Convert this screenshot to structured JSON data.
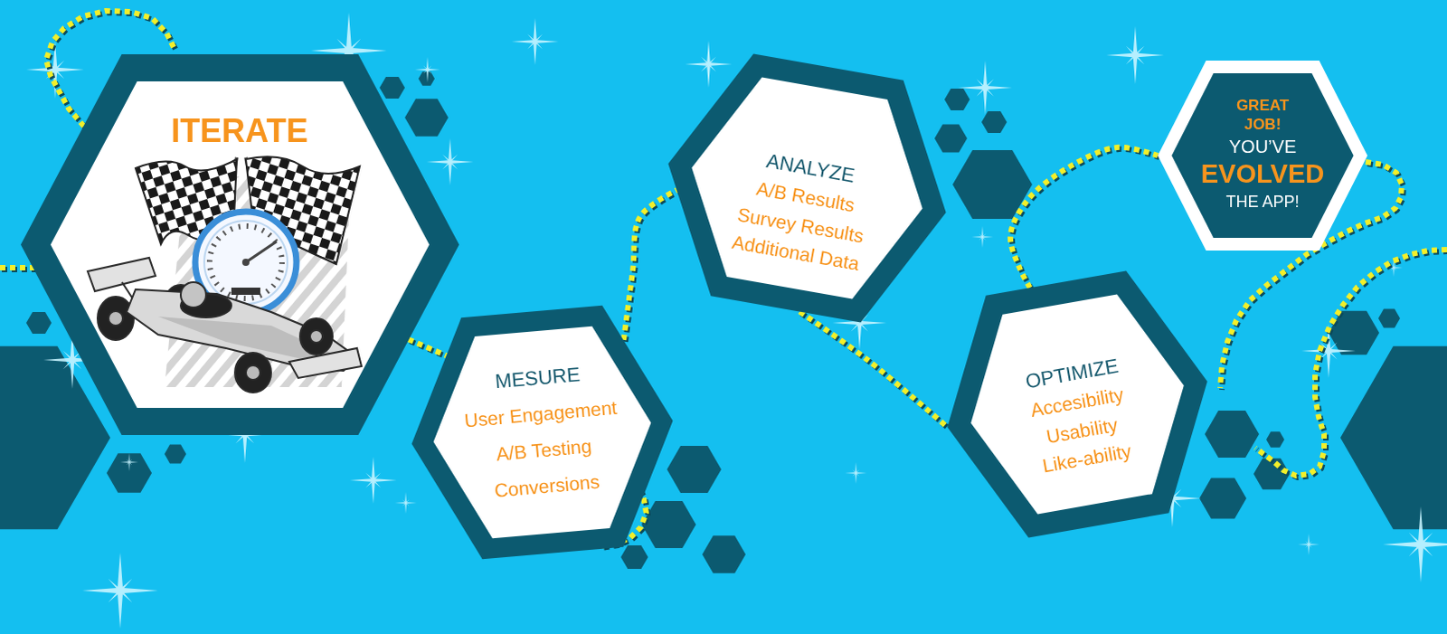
{
  "diagram": {
    "nodes": [
      {
        "text": [
          "ITERATE"
        ]
      },
      {
        "text": [
          "MESURE",
          "User Engagement",
          "A/B Testing",
          "Conversions"
        ]
      },
      {
        "text": [
          "ANALYZE",
          "A/B Results",
          "Survey Results",
          "Additional Data"
        ]
      },
      {
        "text": [
          "OPTIMIZE",
          "Accesibility",
          "Usability",
          "Like-ability"
        ]
      },
      {
        "text": [
          "GREAT JOB!",
          "YOU’VE",
          "EVOLVED",
          "THE APP!"
        ]
      }
    ],
    "edges": [
      {
        "from": 0,
        "to": 1,
        "arrow": "none"
      },
      {
        "from": 1,
        "to": 2,
        "arrow": "none"
      },
      {
        "from": 2,
        "to": 3,
        "arrow": "none"
      },
      {
        "from": 3,
        "to": 4,
        "arrow": "none"
      }
    ]
  }
}
